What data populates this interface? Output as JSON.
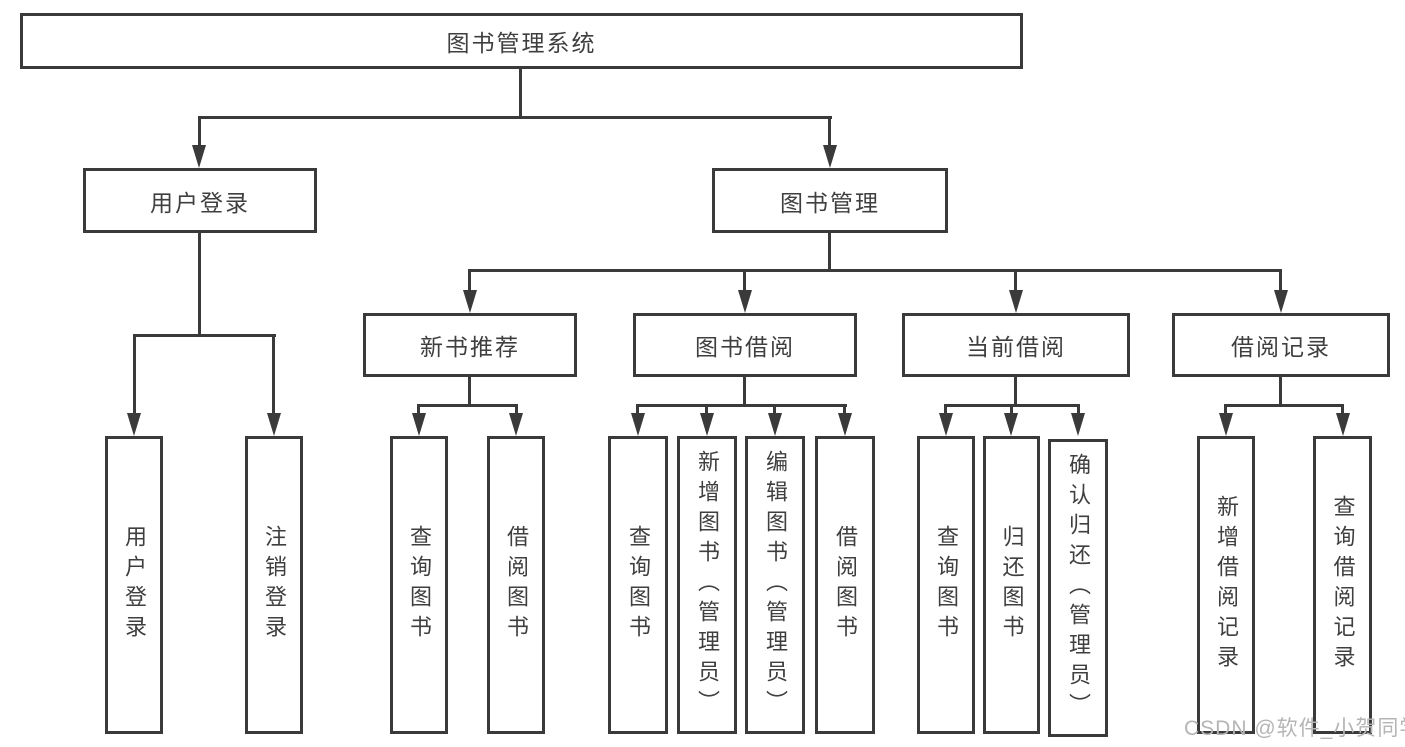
{
  "diagram": {
    "root": {
      "label": "图书管理系统"
    },
    "branches": [
      {
        "label": "用户登录",
        "children": [
          {
            "label": "用户登录"
          },
          {
            "label": "注销登录"
          }
        ]
      },
      {
        "label": "图书管理",
        "children": [
          {
            "label": "新书推荐",
            "children": [
              {
                "label": "查询图书"
              },
              {
                "label": "借阅图书"
              }
            ]
          },
          {
            "label": "图书借阅",
            "children": [
              {
                "label": "查询图书"
              },
              {
                "label": "新增图书（管理员）"
              },
              {
                "label": "编辑图书（管理员）"
              },
              {
                "label": "借阅图书"
              }
            ]
          },
          {
            "label": "当前借阅",
            "children": [
              {
                "label": "查询图书"
              },
              {
                "label": "归还图书"
              },
              {
                "label": "确认归还（管理员）"
              }
            ]
          },
          {
            "label": "借阅记录",
            "children": [
              {
                "label": "新增借阅记录"
              },
              {
                "label": "查询借阅记录"
              }
            ]
          }
        ]
      }
    ],
    "watermark": {
      "text": "CSDN @软件_小贺同学",
      "color": "#b5b5b5"
    },
    "colors": {
      "line": "#3a3a3a",
      "text": "#3f3f3f",
      "background": "#ffffff"
    }
  }
}
